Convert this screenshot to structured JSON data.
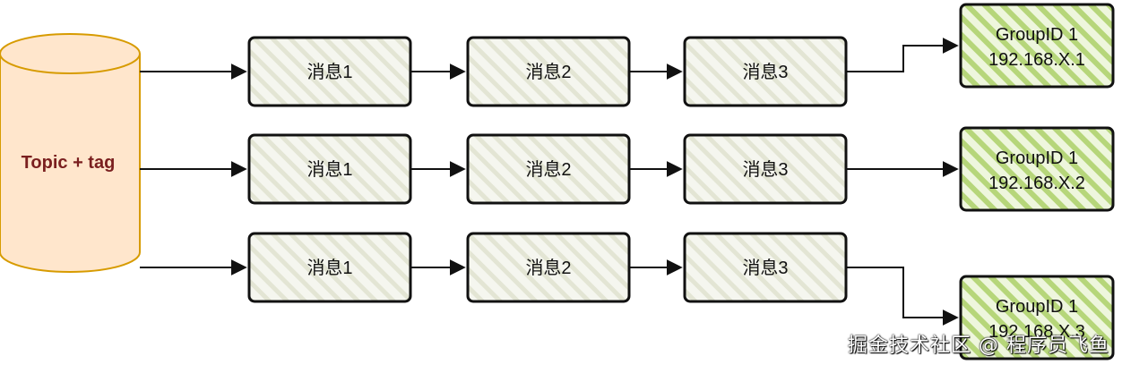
{
  "topic": {
    "label": "Topic + tag"
  },
  "rows": [
    {
      "messages": [
        "消息1",
        "消息2",
        "消息3"
      ],
      "group": {
        "name": "GroupID 1",
        "ip": "192.168.X.1"
      }
    },
    {
      "messages": [
        "消息1",
        "消息2",
        "消息3"
      ],
      "group": {
        "name": "GroupID 1",
        "ip": "192.168.X.2"
      }
    },
    {
      "messages": [
        "消息1",
        "消息2",
        "消息3"
      ],
      "group": {
        "name": "GroupID 1",
        "ip": "192.168.X.3"
      }
    }
  ],
  "watermark": "掘金技术社区 @ 程序员飞鱼",
  "colors": {
    "cylinder_fill": "#ffe6cc",
    "cylinder_stroke": "#d79b00",
    "topic_text": "#7a1f1f",
    "message_fill": "#f5f6ef",
    "message_hatch": "#e3e5d4",
    "group_fill": "#eef6dd",
    "group_hatch": "#b6d67a",
    "stroke": "#111111"
  }
}
